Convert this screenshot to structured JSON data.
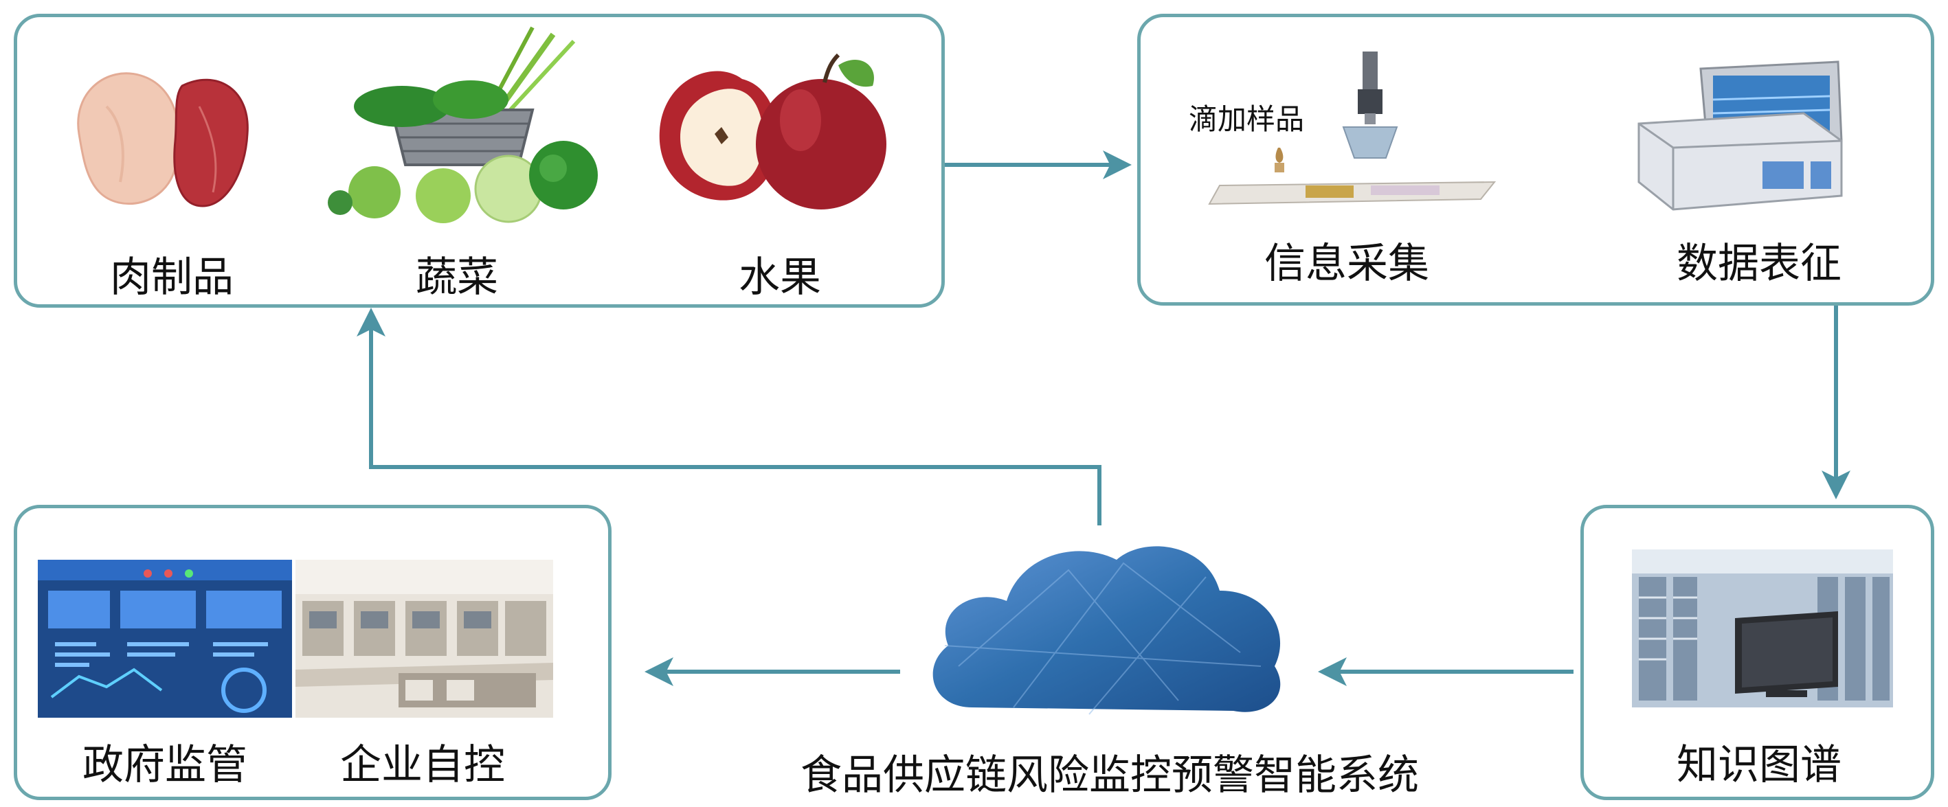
{
  "food_box": {
    "items": [
      {
        "label": "肉制品"
      },
      {
        "label": "蔬菜"
      },
      {
        "label": "水果"
      }
    ]
  },
  "collect_box": {
    "sample_label": "滴加样品",
    "collect_label": "信息采集",
    "data_label": "数据表征"
  },
  "knowledge_box": {
    "label": "知识图谱"
  },
  "system": {
    "label": "食品供应链风险监控预警智能系统"
  },
  "supervision_box": {
    "gov_label": "政府监管",
    "ent_label": "企业自控"
  },
  "colors": {
    "border": "#6ba7ad",
    "arrow": "#4d93a3",
    "cloud": "#2f6fae"
  }
}
